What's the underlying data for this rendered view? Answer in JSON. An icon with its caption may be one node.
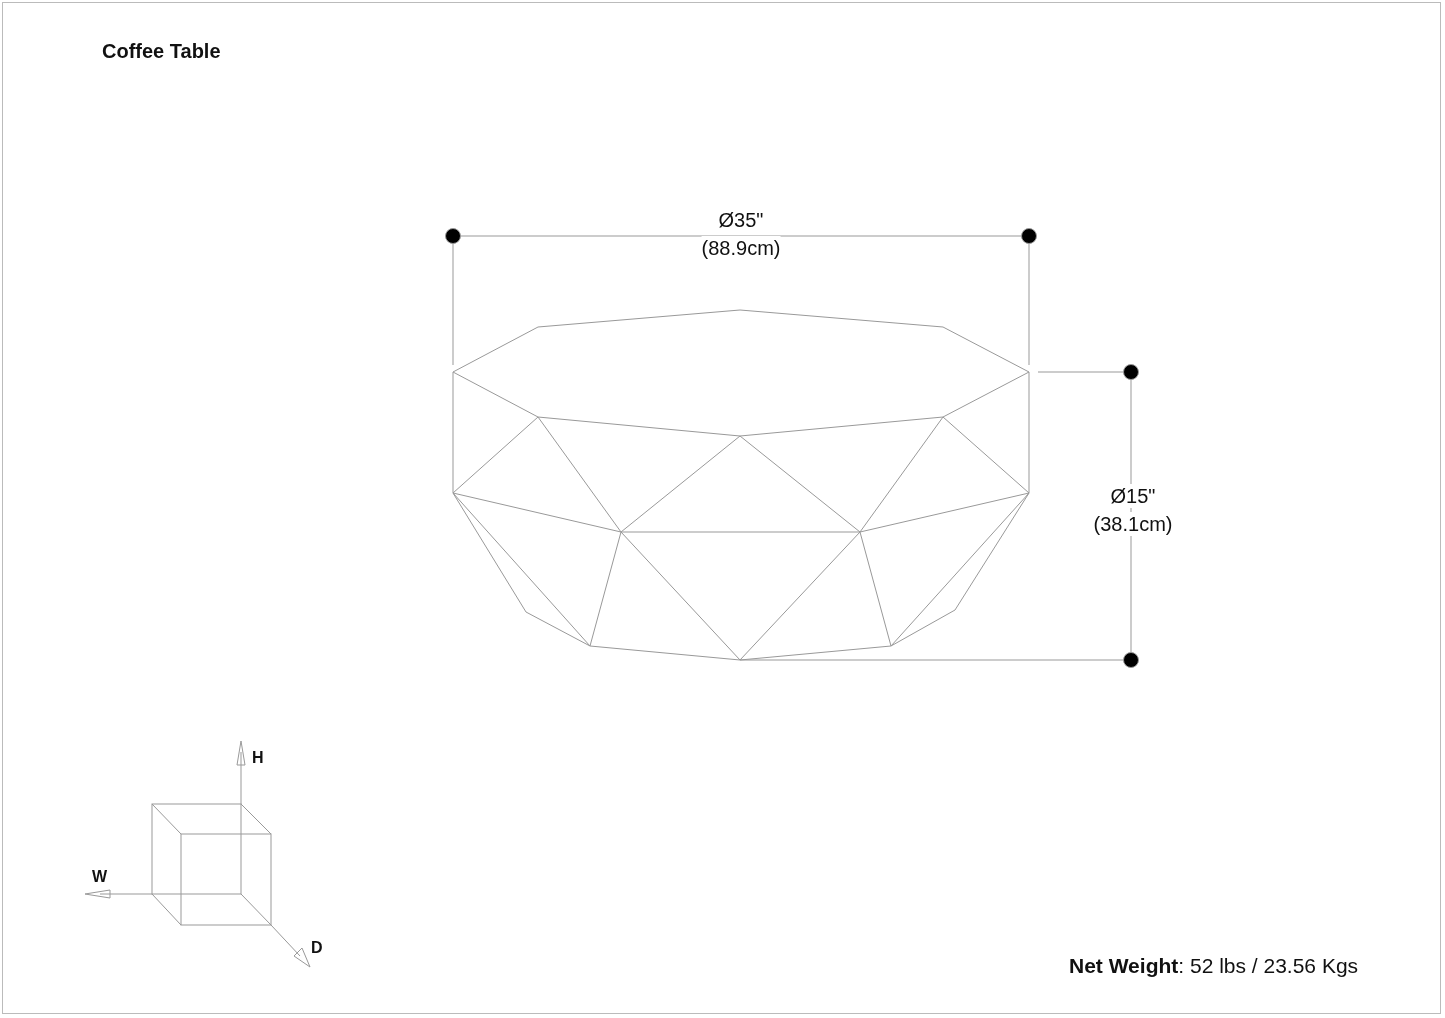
{
  "diagram": {
    "title": "Coffee Table",
    "labels": [
      "Ø35\"",
      "(88.9cm)",
      "Ø15\"",
      "(38.1cm)",
      "H",
      "W",
      "D",
      "**Net Weight**: 52 lbs / 23.56 Kgs"
    ]
  }
}
